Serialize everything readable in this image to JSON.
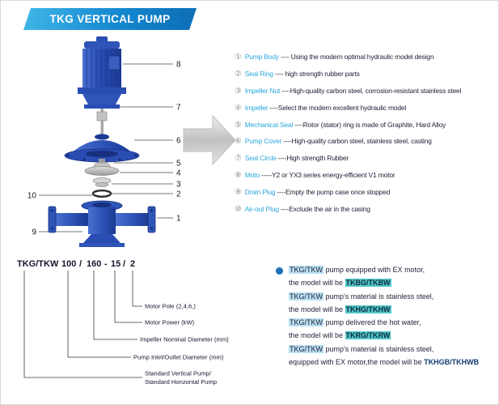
{
  "header": {
    "title": "TKG VERTICAL PUMP"
  },
  "colors": {
    "banner_start": "#41b6e8",
    "banner_end": "#0d6db5",
    "part_name_blue": "#2ba7dd",
    "text_dark": "#23253a",
    "pump_blue": "#2a4db4",
    "arrow_gray": "#c4c4c4",
    "highlight_blue": "#b9dff1",
    "highlight_teal": "#4fc6c9",
    "bullet_blue": "#1d70b8"
  },
  "parts_list": [
    {
      "num": "①",
      "name": "Pump Body",
      "desc": "---- Using the modern optimal hydraulic model design"
    },
    {
      "num": "②",
      "name": "Seal Ring",
      "desc": "---- high strength rubber parts"
    },
    {
      "num": "③",
      "name": "Impeller Nut",
      "desc": "----High-quality carbon steel, corrosion-resistant stainless steel"
    },
    {
      "num": "④",
      "name": "Impeller",
      "desc": "----Select the modern excellent hydraulic model"
    },
    {
      "num": "⑤",
      "name": "Mechanical Seal",
      "desc": "----Rotor (stator) ring is made of Graphite, Hard Alloy"
    },
    {
      "num": "⑥",
      "name": "Pump Cover",
      "desc": "----High-quality carbon steel, stainless steel, casting"
    },
    {
      "num": "⑦",
      "name": "Seal Circle",
      "desc": "----High strength Rubber"
    },
    {
      "num": "⑧",
      "name": "Moto",
      "desc": "-----Y2 or YX3 series energy-efficient V1 motor"
    },
    {
      "num": "⑨",
      "name": "Drain Plug",
      "desc": "----Empty the pump case once stopped"
    },
    {
      "num": "⑩",
      "name": "Air-out Plug",
      "desc": "----Exclude the air in the casing"
    }
  ],
  "diagram": {
    "callouts_right": [
      "8",
      "7",
      "6",
      "5",
      "4",
      "3",
      "2",
      "1"
    ],
    "callouts_left": [
      "10",
      "9"
    ]
  },
  "model_code": {
    "code": [
      "TKG/TKW",
      "100",
      "/",
      "160",
      "-",
      "15",
      "/",
      "2"
    ],
    "labels": [
      "Motor Pole (2,4,6,)",
      "Motor Power (kW)",
      "Impeller Nominal Diameter (mm)",
      "Pump Inlet/Outlet Diameter (mm)",
      "Standard Vertical Pump/",
      "Standard Horizontal Pump"
    ]
  },
  "notes": {
    "lines": [
      {
        "segments": [
          {
            "t": "TKG/TKW",
            "c": "hl-blue"
          },
          {
            "t": " pump equipped with EX motor,",
            "c": ""
          }
        ]
      },
      {
        "segments": [
          {
            "t": "the model will be ",
            "c": ""
          },
          {
            "t": "TKBG/TKBW",
            "c": "hl-teal"
          }
        ]
      },
      {
        "segments": [
          {
            "t": "TKG/TKW",
            "c": "hl-blue"
          },
          {
            "t": " pump's material is stainless steel,",
            "c": ""
          }
        ]
      },
      {
        "segments": [
          {
            "t": "the model will be ",
            "c": ""
          },
          {
            "t": "TKHG/TKHW",
            "c": "hl-teal"
          }
        ]
      },
      {
        "segments": [
          {
            "t": "TKG/TKW",
            "c": "hl-blue"
          },
          {
            "t": " pump delivered the hot water,",
            "c": ""
          }
        ]
      },
      {
        "segments": [
          {
            "t": "the model will be ",
            "c": ""
          },
          {
            "t": "TKRG/TKRW",
            "c": "hl-teal"
          }
        ]
      },
      {
        "segments": [
          {
            "t": "TKG/TKW",
            "c": "hl-blue"
          },
          {
            "t": " pump's material is stainless steel,",
            "c": ""
          }
        ]
      },
      {
        "segments": [
          {
            "t": "equipped with EX motor,the model will be ",
            "c": ""
          },
          {
            "t": "TKHGB/TKHWB",
            "c": "bold-navy"
          }
        ]
      }
    ]
  }
}
